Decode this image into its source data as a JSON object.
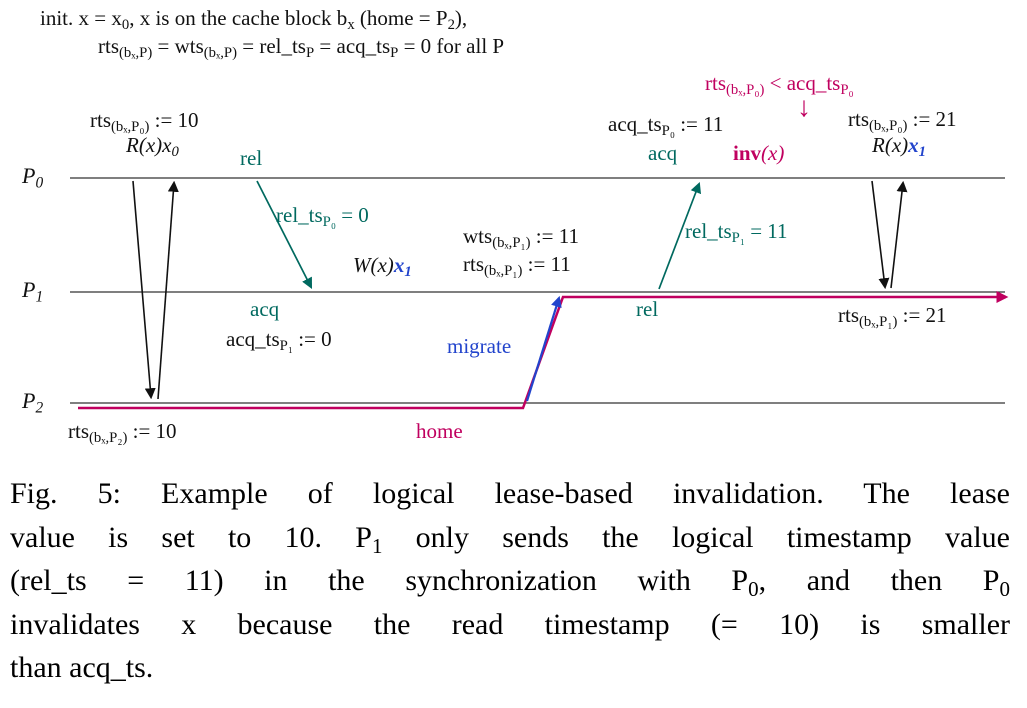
{
  "colors": {
    "teal": "#00695f",
    "magenta": "#c0005f",
    "blue": "#2244cc"
  },
  "init": {
    "line1": "init. x = x_{0}, x is on the cache block b_{x} (home = P_{2}),",
    "line2": "rts_{(bₓ,P)} = wts_{(bₓ,P)} = rel_ts_{P} = acq_ts_{P} = 0 for all P"
  },
  "timelines": {
    "p0": "P_{0}",
    "p1": "P_{1}",
    "p2": "P_{2}"
  },
  "labels": {
    "rts_p0_10": "rts_{(bₓ,P₀)} := 10",
    "r_x0_prefix": "R(x)",
    "r_x0_value": "x_{0}",
    "rel_left": "rel",
    "rel_ts_p0": "rel_ts_{P₀} = 0",
    "acq_left": "acq",
    "acq_ts_p1": "acq_ts_{P₁} := 0",
    "w_prefix": "W(x)",
    "w_value": "x_{1}",
    "wts_p1_11": "wts_{(bₓ,P₁)} := 11",
    "rts_p1_11": "rts_{(bₓ,P₁)} := 11",
    "migrate": "migrate",
    "rel_right": "rel",
    "rel_ts_p1": "rel_ts_{P₁} = 11",
    "acq_ts_p0": "acq_ts_{P₀} := 11",
    "acq_right": "acq",
    "inv_condition": "rts_{(bₓ,P₀)} < acq_ts_{P₀}",
    "inv_arrow": "↓",
    "inv_name": "inv",
    "inv_arg": "(x)",
    "rts_p0_21": "rts_{(bₓ,P₀)} := 21",
    "r_x1_prefix": "R(x)",
    "r_x1_value": "x_{1}",
    "rts_p1_21": "rts_{(bₓ,P₁)} := 21",
    "rts_p2_10": "rts_{(bₓ,P₂)} := 10",
    "home": "home"
  },
  "caption": {
    "lines": [
      "Fig. 5: Example of logical lease-based invalidation. The lease",
      "value is set to 10. P_{1} only sends the logical timestamp value",
      "(rel_ts = 11) in the synchronization with P_{0}, and then P_{0}",
      "invalidates x because the read timestamp (= 10) is smaller",
      "than acq_ts."
    ]
  }
}
